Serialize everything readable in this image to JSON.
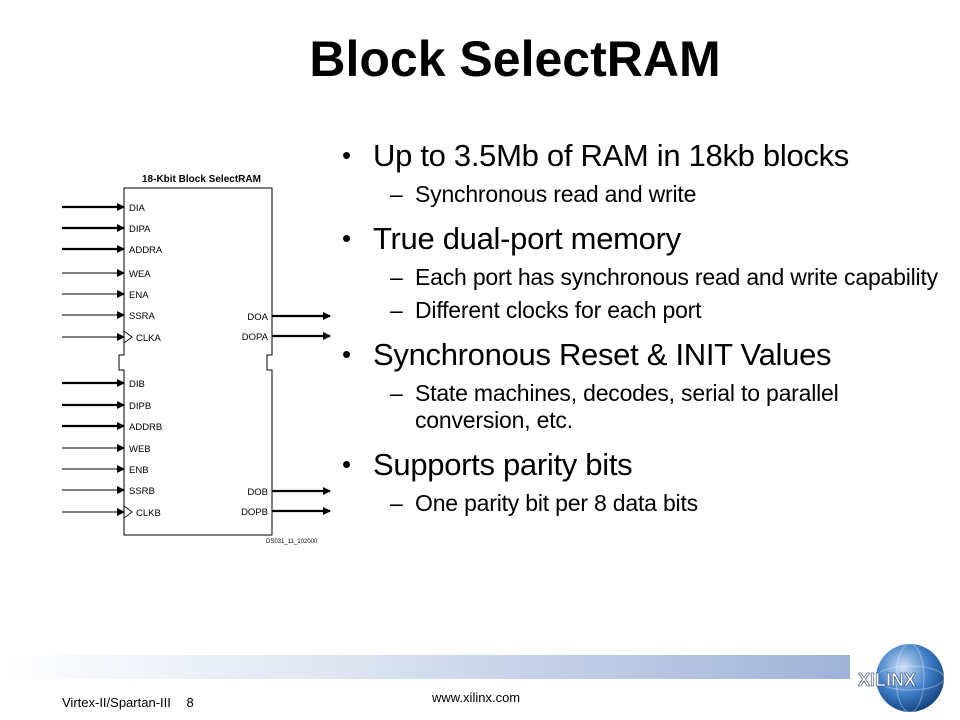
{
  "slide": {
    "title": "Block SelectRAM",
    "bullets": [
      {
        "text": "Up to 3.5Mb of RAM in 18kb blocks",
        "subs": [
          "Synchronous read and write"
        ]
      },
      {
        "text": "True dual-port memory",
        "subs": [
          "Each port has synchronous read and write capability",
          "Different clocks for each port"
        ]
      },
      {
        "text": "Synchronous Reset & INIT Values",
        "subs": [
          "State machines, decodes, serial to parallel conversion, etc."
        ]
      },
      {
        "text": "Supports parity bits",
        "subs": [
          "One parity bit per 8 data bits"
        ]
      }
    ]
  },
  "diagram": {
    "block_title": "18-Kbit Block SelectRAM",
    "port_a_inputs": [
      "DIA",
      "DIPA",
      "ADDRA",
      "WEA",
      "ENA",
      "SSRA",
      "CLKA"
    ],
    "port_a_outputs": [
      "DOA",
      "DOPA"
    ],
    "port_b_inputs": [
      "DIB",
      "DIPB",
      "ADDRB",
      "WEB",
      "ENB",
      "SSRB",
      "CLKB"
    ],
    "port_b_outputs": [
      "DOB",
      "DOPB"
    ],
    "part_number": "DS031_11_102000"
  },
  "footer": {
    "left": "Virtex-II/Spartan-III",
    "page": "8",
    "url": "www.xilinx.com",
    "logo_text": "XILINX"
  },
  "colors": {
    "footer_gradient": "#9fb2d8",
    "logo_blue": "#1f5fa8"
  }
}
